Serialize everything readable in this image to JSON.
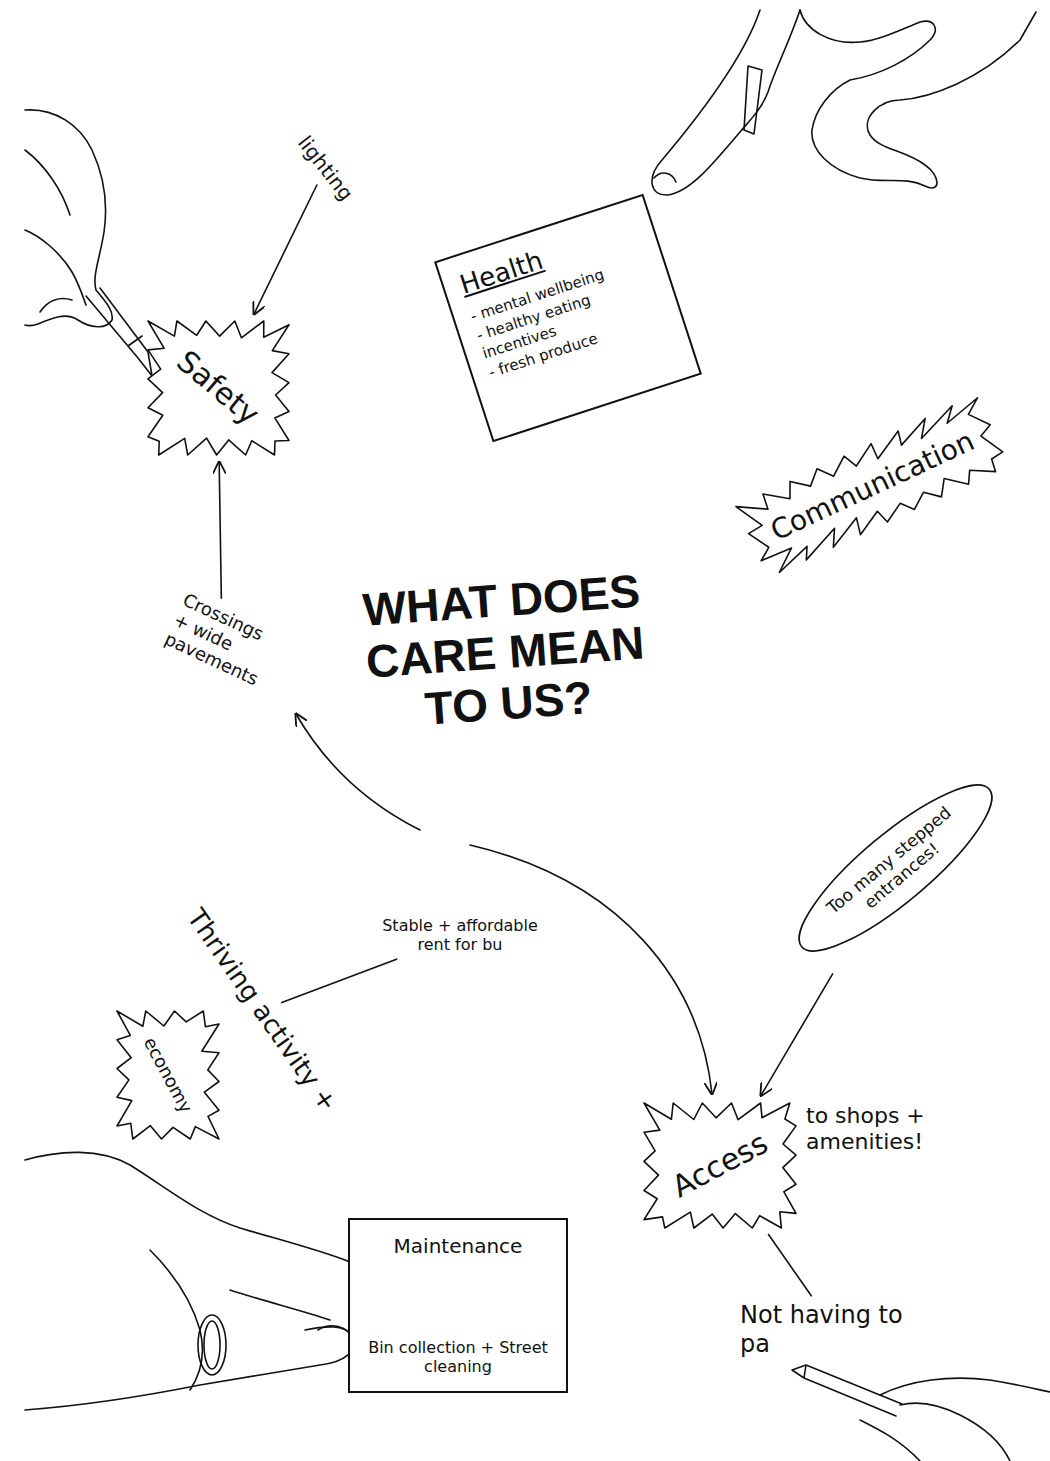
{
  "diagram": {
    "title": "WHAT DOES CARE MEAN TO US?",
    "nodes": [
      {
        "text": [
          "lighting"
        ]
      },
      {
        "text": [
          "Health",
          "- mental wellbeing",
          "- healthy eating incentives",
          "- fresh produce"
        ]
      },
      {
        "text": [
          "Safety"
        ]
      },
      {
        "text": [
          "Communication"
        ]
      },
      {
        "text": [
          "Crossings + wide pavements"
        ]
      },
      {
        "text": [
          "Too many stepped entrances!"
        ]
      },
      {
        "text": [
          "Stable + affordable rent for bu"
        ]
      },
      {
        "text": [
          "Thriving activity +"
        ]
      },
      {
        "text": [
          "economy"
        ]
      },
      {
        "text": [
          "Access",
          "to shops + amenities!"
        ]
      },
      {
        "text": [
          "Maintenance"
        ]
      },
      {
        "text": [
          "Bin collection + Street cleaning"
        ],
        "in": 10
      },
      {
        "text": [
          "Not having to pa"
        ]
      }
    ],
    "edges": [
      {
        "from": 0,
        "to": 2,
        "arrow": "to"
      },
      {
        "from": 4,
        "to": 2,
        "arrow": "to"
      },
      {
        "from": 6,
        "to": 7,
        "arrow": "none"
      },
      {
        "from": 5,
        "to": 9,
        "arrow": "to"
      },
      {
        "from": 11,
        "to": 10,
        "arrow": "to"
      },
      {
        "from": 9,
        "to": 12,
        "arrow": "none"
      }
    ]
  }
}
